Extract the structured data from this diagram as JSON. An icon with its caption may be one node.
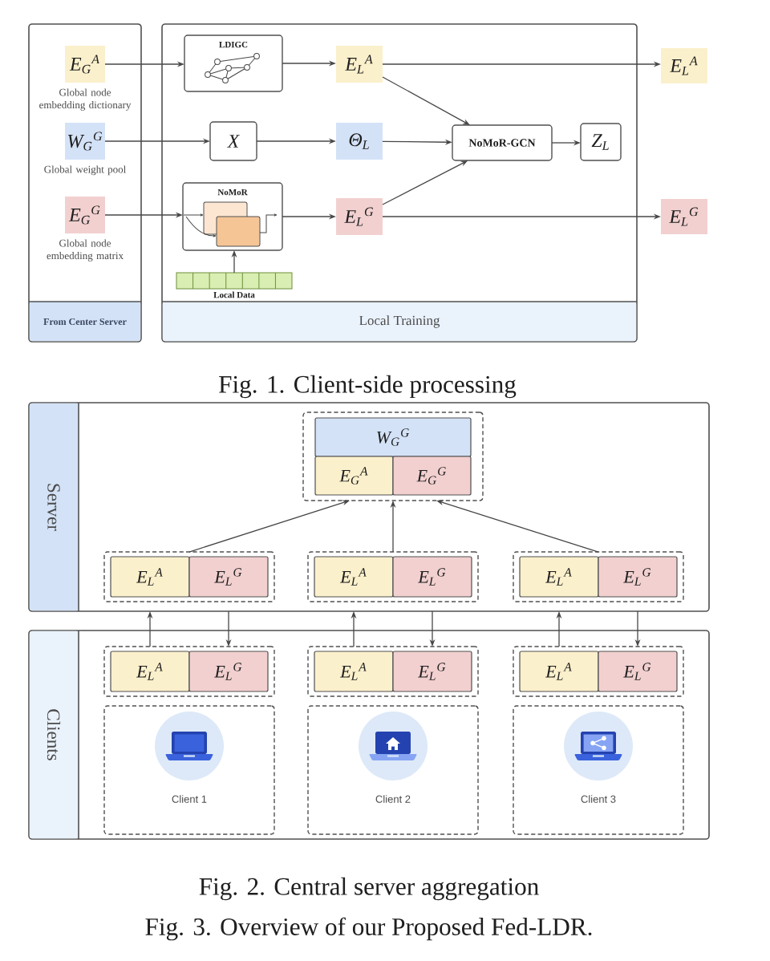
{
  "diagram": {
    "caption": "Fig. 3. Overview of our Proposed Fed-LDR.",
    "nodes": [
      {
        "text": [
          "From Center Server"
        ]
      },
      {
        "text": [
          "E$_{G}$$^{A}$"
        ],
        "in": 0,
        "beside": [
          "Global node embedding dictionary"
        ]
      },
      {
        "text": [
          "W$_{G}$$^{G}$"
        ],
        "in": 0,
        "beside": [
          "Global weight pool"
        ]
      },
      {
        "text": [
          "E$_{G}$$^{G}$"
        ],
        "in": 0,
        "beside": [
          "Global node embedding matrix"
        ]
      },
      {
        "text": [
          "Local Training"
        ]
      },
      {
        "text": [
          "LDIGC"
        ],
        "in": 4
      },
      {
        "text": [
          "X"
        ],
        "in": 4
      },
      {
        "text": [
          "NoMoR"
        ],
        "in": 4
      },
      {
        "text": [
          "Local Data"
        ],
        "in": 4
      },
      {
        "text": [
          "E$_{L}$$^{A}$"
        ],
        "in": 4
      },
      {
        "text": [
          "Θ$_{L}$"
        ],
        "in": 4
      },
      {
        "text": [
          "E$_{L}$$^{G}$"
        ],
        "in": 4
      },
      {
        "text": [
          "NoMoR-GCN"
        ],
        "in": 4
      },
      {
        "text": [
          "Z$_{L}$"
        ],
        "in": 4
      },
      {
        "text": [
          "E$_{L}$$^{A}$"
        ]
      },
      {
        "text": [
          "E$_{L}$$^{G}$"
        ]
      },
      {
        "text": [
          "Server"
        ]
      },
      {
        "text": [],
        "shape": "box",
        "in": 16
      },
      {
        "text": [
          "W$_{G}$$^{G}$"
        ],
        "in": 17
      },
      {
        "text": [
          "E$_{G}$$^{A}$"
        ],
        "in": 17
      },
      {
        "text": [
          "E$_{G}$$^{G}$"
        ],
        "in": 17
      },
      {
        "text": [],
        "shape": "box",
        "in": 16
      },
      {
        "text": [
          "E$_{L}$$^{A}$"
        ],
        "in": 21
      },
      {
        "text": [
          "E$_{L}$$^{G}$"
        ],
        "in": 21
      },
      {
        "text": [],
        "shape": "box",
        "in": 16
      },
      {
        "text": [
          "E$_{L}$$^{A}$"
        ],
        "in": 24
      },
      {
        "text": [
          "E$_{L}$$^{G}$"
        ],
        "in": 24
      },
      {
        "text": [],
        "shape": "box",
        "in": 16
      },
      {
        "text": [
          "E$_{L}$$^{A}$"
        ],
        "in": 27
      },
      {
        "text": [
          "E$_{L}$$^{G}$"
        ],
        "in": 27
      },
      {
        "text": [
          "Clients"
        ]
      },
      {
        "text": [],
        "shape": "box",
        "in": 30
      },
      {
        "text": [
          "E$_{L}$$^{A}$"
        ],
        "in": 31
      },
      {
        "text": [
          "E$_{L}$$^{G}$"
        ],
        "in": 31
      },
      {
        "text": [
          "Client 1"
        ],
        "in": 30
      },
      {
        "text": [],
        "shape": "box",
        "in": 30
      },
      {
        "text": [
          "E$_{L}$$^{A}$"
        ],
        "in": 35
      },
      {
        "text": [
          "E$_{L}$$^{G}$"
        ],
        "in": 35
      },
      {
        "text": [
          "Client 2"
        ],
        "in": 30
      },
      {
        "text": [],
        "shape": "box",
        "in": 30
      },
      {
        "text": [
          "E$_{L}$$^{A}$"
        ],
        "in": 39
      },
      {
        "text": [
          "E$_{L}$$^{G}$"
        ],
        "in": 39
      },
      {
        "text": [
          "Client 3"
        ],
        "in": 30
      }
    ],
    "edges": [
      {
        "from": 1,
        "to": 5,
        "arrow": "to"
      },
      {
        "from": 5,
        "to": 9,
        "arrow": "to"
      },
      {
        "from": 2,
        "to": 6,
        "arrow": "to"
      },
      {
        "from": 6,
        "to": 10,
        "arrow": "to"
      },
      {
        "from": 3,
        "to": 7,
        "arrow": "to"
      },
      {
        "from": 7,
        "to": 11,
        "arrow": "to"
      },
      {
        "from": 8,
        "to": 7,
        "arrow": "to"
      },
      {
        "from": 9,
        "to": 12,
        "arrow": "to"
      },
      {
        "from": 10,
        "to": 12,
        "arrow": "to"
      },
      {
        "from": 11,
        "to": 12,
        "arrow": "to"
      },
      {
        "from": 12,
        "to": 13,
        "arrow": "to"
      },
      {
        "from": 9,
        "to": 14,
        "arrow": "to"
      },
      {
        "from": 11,
        "to": 15,
        "arrow": "to"
      },
      {
        "from": 21,
        "to": 17,
        "arrow": "to"
      },
      {
        "from": 24,
        "to": 17,
        "arrow": "to"
      },
      {
        "from": 27,
        "to": 17,
        "arrow": "to"
      },
      {
        "from": 31,
        "to": 16,
        "arrow": "to"
      },
      {
        "from": 16,
        "to": 31,
        "arrow": "to"
      },
      {
        "from": 35,
        "to": 16,
        "arrow": "to"
      },
      {
        "from": 16,
        "to": 35,
        "arrow": "to"
      },
      {
        "from": 39,
        "to": 16,
        "arrow": "to"
      },
      {
        "from": 16,
        "to": 39,
        "arrow": "to"
      }
    ],
    "labels": [
      "Fig. 1. Client-side processing",
      "Fig. 2. Central server aggregation"
    ]
  }
}
